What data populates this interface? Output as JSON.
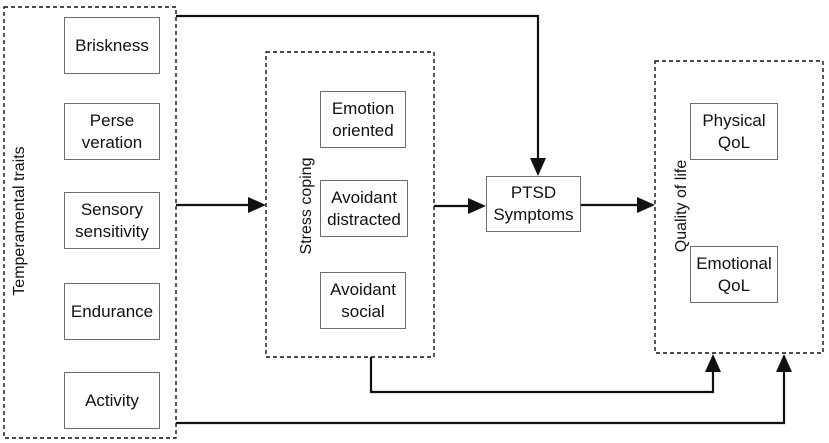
{
  "groups": {
    "temperamental": {
      "label": "Temperamental traits",
      "items": [
        {
          "line1": "Briskness",
          "line2": ""
        },
        {
          "line1": "Perse",
          "line2": "veration"
        },
        {
          "line1": "Sensory",
          "line2": "sensitivity"
        },
        {
          "line1": "Endurance",
          "line2": ""
        },
        {
          "line1": "Activity",
          "line2": ""
        }
      ]
    },
    "coping": {
      "label": "Stress coping",
      "items": [
        {
          "line1": "Emotion",
          "line2": "oriented"
        },
        {
          "line1": "Avoidant",
          "line2": "distracted"
        },
        {
          "line1": "Avoidant",
          "line2": "social"
        }
      ]
    },
    "ptsd": {
      "line1": "PTSD",
      "line2": "Symptoms"
    },
    "qol": {
      "label": "Quality of life",
      "items": [
        {
          "line1": "Physical",
          "line2": "QoL"
        },
        {
          "line1": "Emotional",
          "line2": "QoL"
        }
      ]
    }
  }
}
